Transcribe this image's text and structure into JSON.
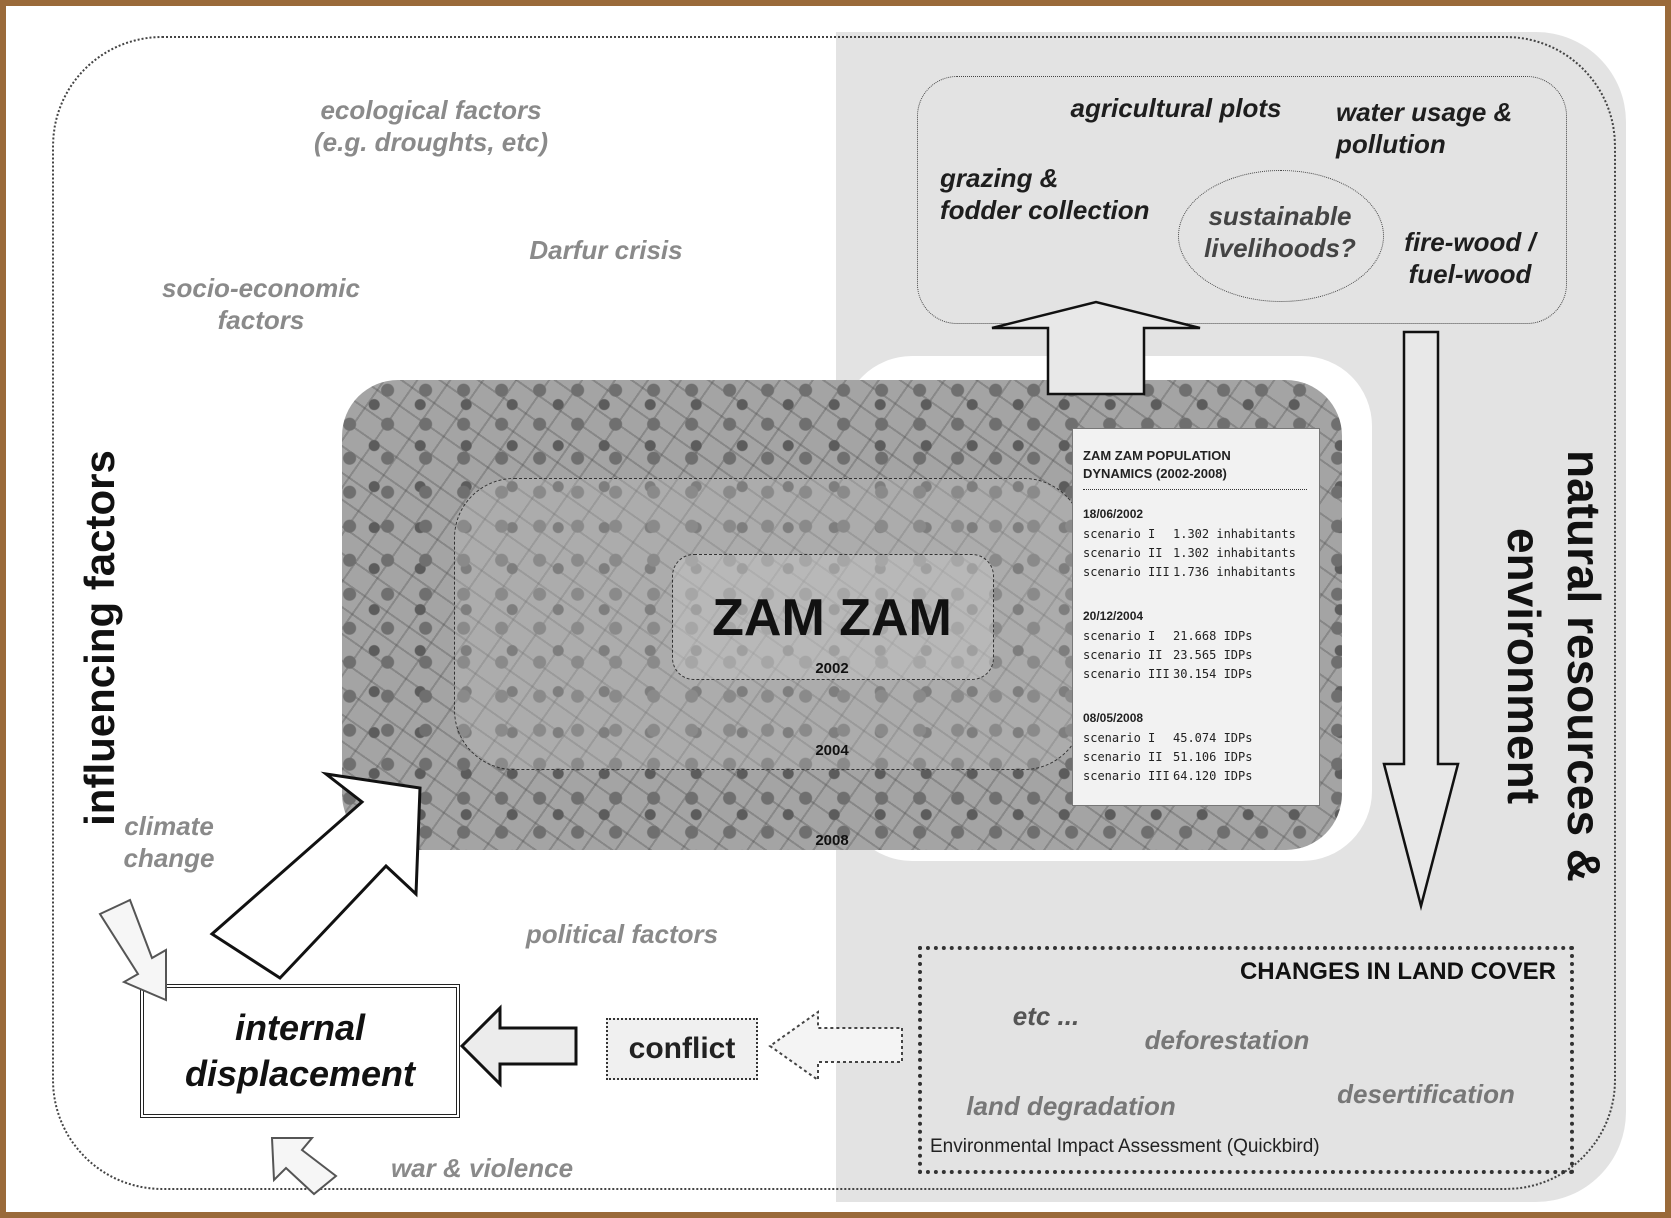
{
  "factors": {
    "ecological": "ecological factors\n(e.g. droughts, etc)",
    "darfur": "Darfur crisis",
    "socio_economic": "socio-economic\nfactors",
    "climate": "climate\nchange",
    "political": "political factors",
    "war": "war & violence"
  },
  "side_labels": {
    "influencing": "influencing factors",
    "natural": "natural resources &\nenvironment"
  },
  "resources": {
    "agri": "agricultural plots",
    "water": "water usage &\npollution",
    "grazing": "grazing &\nfodder collection",
    "sustainable": "sustainable\nlivelihoods?",
    "firewood": "fire-wood /\nfuel-wood"
  },
  "zamzam": {
    "title": "ZAM ZAM",
    "years": [
      "2002",
      "2004",
      "2008"
    ]
  },
  "population": {
    "title": "ZAM ZAM POPULATION\nDYNAMICS (2002-2008)",
    "groups": [
      {
        "date": "18/06/2002",
        "rows": [
          [
            "scenario I",
            "1.302 inhabitants"
          ],
          [
            "scenario II",
            "1.302 inhabitants"
          ],
          [
            "scenario III",
            "1.736 inhabitants"
          ]
        ]
      },
      {
        "date": "20/12/2004",
        "rows": [
          [
            "scenario I",
            "21.668 IDPs"
          ],
          [
            "scenario II",
            "23.565 IDPs"
          ],
          [
            "scenario III",
            "30.154 IDPs"
          ]
        ]
      },
      {
        "date": "08/05/2008",
        "rows": [
          [
            "scenario I",
            "45.074 IDPs"
          ],
          [
            "scenario II",
            "51.106 IDPs"
          ],
          [
            "scenario III",
            "64.120 IDPs"
          ]
        ]
      }
    ]
  },
  "land_cover": {
    "title": "CHANGES IN LAND COVER",
    "etc": "etc ...",
    "deforestation": "deforestation",
    "land_degradation": "land degradation",
    "desertification": "desertification",
    "eia": "Environmental Impact Assessment (Quickbird)"
  },
  "conflict": "conflict",
  "displacement": "internal\ndisplacement",
  "colors": {
    "frame": "#9a6a3a",
    "panel": "#e3e3e3",
    "factor_text": "#8a8a8a"
  }
}
